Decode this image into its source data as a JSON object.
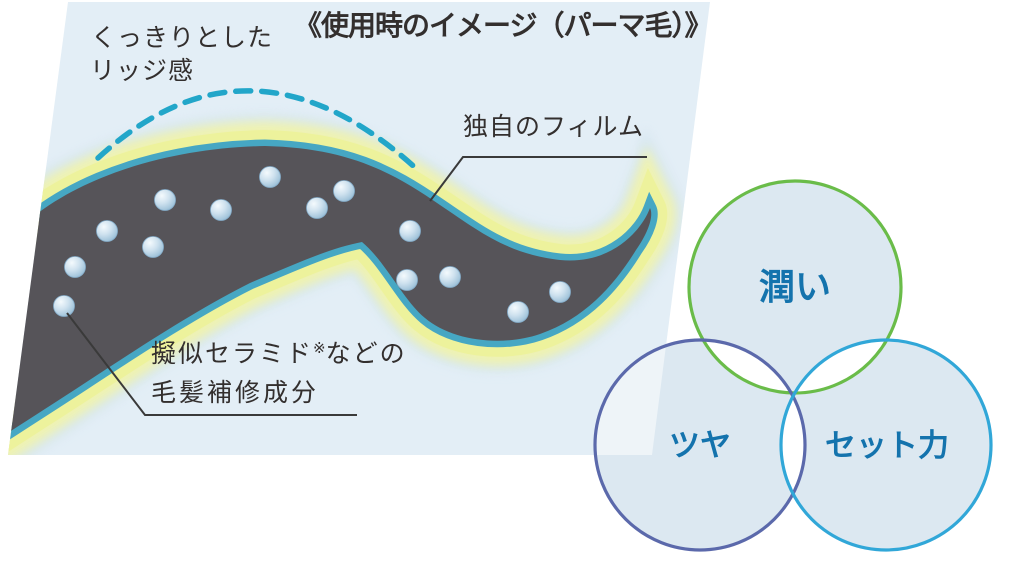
{
  "canvas": {
    "width": "1023",
    "height": "567",
    "background": "#ffffff"
  },
  "diagram_panel": {
    "title": "《使用時のイメージ（パーマ毛）》",
    "background_color": "#e3eef6",
    "text_color": "#332f2e",
    "ridge_label": {
      "line1": "くっきりとした",
      "line2": "リッジ感"
    },
    "film_label": "独自のフィルム",
    "repair_label": {
      "line1_main": "擬似セラミド",
      "line1_sup": "※",
      "line1_rest": "などの",
      "line2": "毛髪補修成分"
    },
    "art": {
      "hair_color": "#565459",
      "film_inner_color": "#46a7c3",
      "film_outer_color": "#edf29c",
      "film_glow_color": "#f0f3ae",
      "outer_glow_color": "#cfe3ee",
      "ridge_arc_color": "#22a6c9",
      "leader_line_color": "#3a3a3a",
      "droplet_count": "14"
    }
  },
  "venn": {
    "fill_color": "#dce8f1",
    "label_color": "#1473ad",
    "circles": [
      {
        "label": "潤い",
        "border_color": "#6abc49"
      },
      {
        "label": "ツヤ",
        "border_color": "#5b69ab"
      },
      {
        "label": "セット力",
        "border_color": "#31a7d8"
      }
    ]
  }
}
